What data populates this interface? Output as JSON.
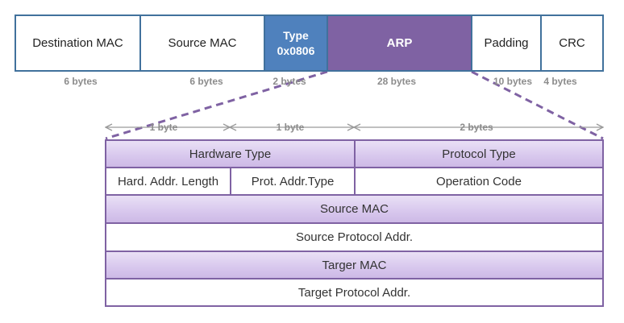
{
  "colors": {
    "frame_border": "#41719c",
    "type_fill": "#4f81bd",
    "arp_fill": "#7f62a3",
    "arp_row_fill": "#d9c9ee",
    "label_gray": "#8c8c8c"
  },
  "ethernet_frame": {
    "fields": [
      {
        "label": "Destination MAC",
        "size": "6 bytes"
      },
      {
        "label": "Source MAC",
        "size": "6 bytes"
      },
      {
        "label": "Type",
        "sublabel": "0x0806",
        "size": "2 bytes"
      },
      {
        "label": "ARP",
        "size": "28 bytes"
      },
      {
        "label": "Padding",
        "size": "10 bytes"
      },
      {
        "label": "CRC",
        "size": "4 bytes"
      }
    ]
  },
  "arp_packet": {
    "width_labels": [
      "1 byte",
      "1 byte",
      "2 bytes"
    ],
    "rows": [
      [
        "Hardware Type",
        "Protocol Type"
      ],
      [
        "Hard. Addr. Length",
        "Prot. Addr.Type",
        "Operation Code"
      ],
      [
        "Source MAC"
      ],
      [
        "Source Protocol Addr."
      ],
      [
        "Targer MAC"
      ],
      [
        "Target Protocol Addr."
      ]
    ]
  }
}
